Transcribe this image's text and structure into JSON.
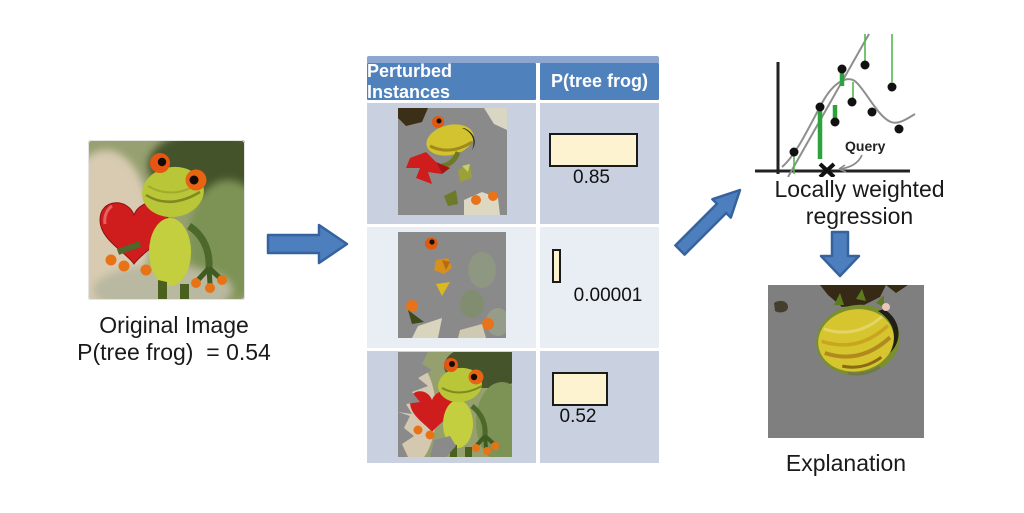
{
  "original": {
    "caption_line1": "Original Image",
    "caption_line2": "P(tree frog)  = 0.54"
  },
  "table": {
    "header": {
      "col1": "Perturbed Instances",
      "col2": "P(tree frog)"
    },
    "rows": [
      {
        "label": "0.85",
        "value": 0.85
      },
      {
        "label": "0.00001",
        "value": 1e-05
      },
      {
        "label": "0.52",
        "value": 0.52
      }
    ]
  },
  "regression": {
    "caption_line1": "Locally weighted",
    "caption_line2": "regression",
    "query_label": "Query"
  },
  "explanation": {
    "caption": "Explanation"
  },
  "icons": {
    "arrow_right": "right-arrow",
    "arrow_up_right": "up-right-arrow",
    "arrow_down": "down-arrow"
  },
  "colors": {
    "accent_blue": "#4d7ebd",
    "header_blue": "#4f81bd",
    "table_top_strip": "#8ca6cf",
    "row_dark": "#c9d1e0",
    "row_light": "#e9edf4",
    "bar_fill": "#fdf3d0",
    "residual_green": "#2fa33b",
    "perturb_gray": "#8a8a8a"
  }
}
